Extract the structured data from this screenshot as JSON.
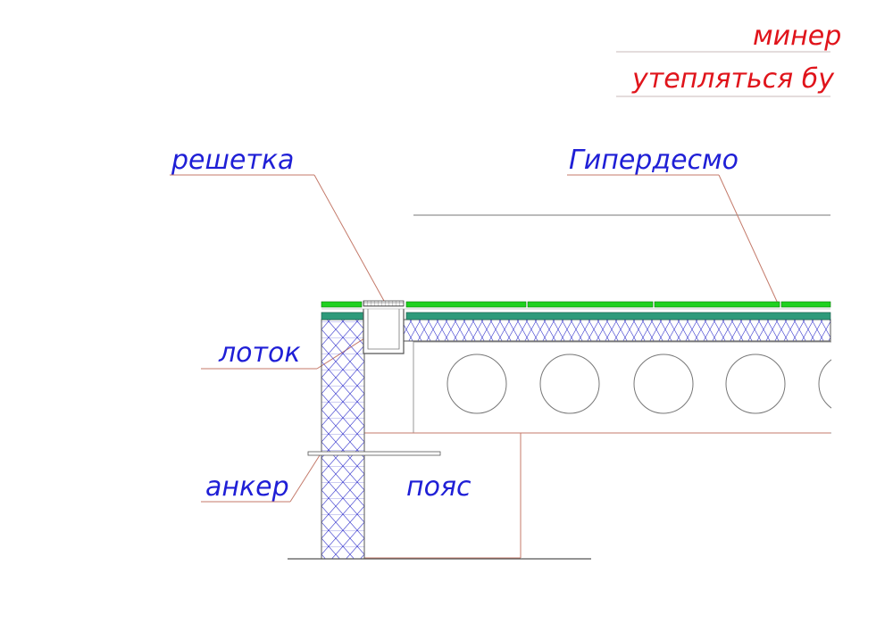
{
  "note": {
    "line1": "минер",
    "line2": "утепляться бу"
  },
  "labels": {
    "grate": "решетка",
    "membrane": "Гипердесмо",
    "tray": "лоток",
    "anchor": "анкер",
    "belt": "пояс"
  },
  "colors": {
    "label_text": "#1f1fd6",
    "note_text": "#e0141b",
    "leader_line": "#c47a6a",
    "waterproofing": "#1fd11f",
    "screed": "#2e9a7a",
    "insulation_hatch": "#3a3acf",
    "outline": "#555555"
  }
}
